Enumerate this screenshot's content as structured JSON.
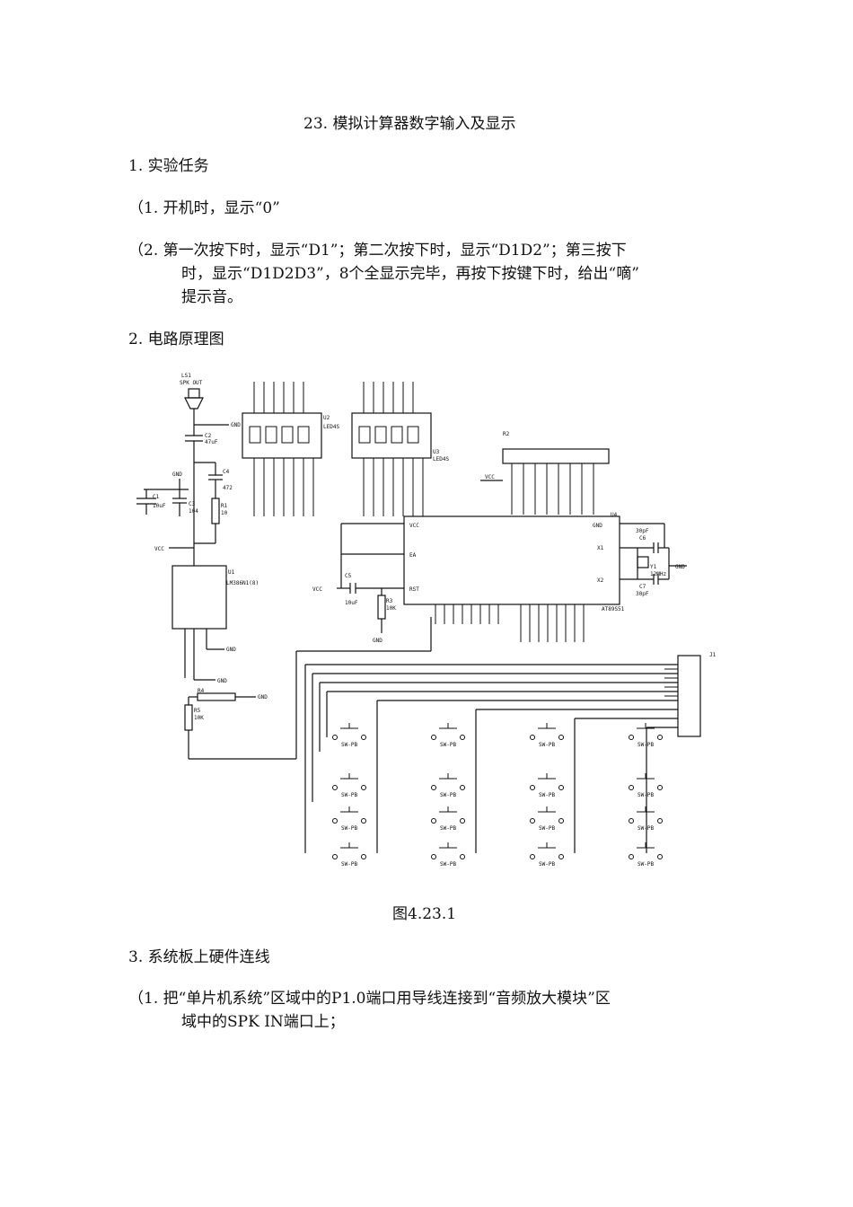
{
  "title": "23.  模拟计算器数字输入及显示",
  "sec1": "1.  实验任务",
  "task1": "（1.  开机时，显示“0”",
  "task2_line1": "（2.  第一次按下时，显示“D1”；第二次按下时，显示“D1D2”；第三按下",
  "task2_line2": "时，显示“D1D2D3”，8个全显示完毕，再按下按键下时，给出“嘀”",
  "task2_line3": "提示音。",
  "sec2": "2.  电路原理图",
  "figure_caption": "图4.23.1",
  "sec3": "3.  系统板上硬件连线",
  "wire1_line1": "（1.  把“单片机系统”区域中的P1.0端口用导线连接到“音频放大模块”区",
  "wire1_line2": "域中的SPK IN端口上；",
  "schematic": {
    "ls1": "LS1",
    "spk": "SPK OUT",
    "gnd": "GND",
    "vcc": "VCC",
    "c1": "C1",
    "c1v": "10uF",
    "c2": "C2",
    "c2v": "47uF",
    "c3": "C3",
    "c3v": "104",
    "c4": "C4",
    "c4v": "472",
    "c5": "C5",
    "c5v": "10uF",
    "c6": "C6",
    "c6v": "30pF",
    "c7": "C7",
    "c7v": "30pF",
    "r1": "R1",
    "r1v": "10",
    "r3": "R3",
    "r3v": "10K",
    "r4": "R4",
    "r5": "R5",
    "r5v": "10K",
    "r2": "R2",
    "u1": "U1",
    "u1part": "LM386N1(8)",
    "u2": "U2",
    "u3": "U3",
    "led": "LED4S",
    "u4": "U4",
    "mcu": "AT89S51",
    "y1": "Y1",
    "y1v": "12MHz",
    "j1": "J1",
    "sw": "SW-PB",
    "pin_vcc": "VCC",
    "pin_ea": "EA",
    "pin_rst": "RST",
    "pin_gnd": "GND",
    "pin_x1": "X1",
    "pin_x2": "X2"
  }
}
